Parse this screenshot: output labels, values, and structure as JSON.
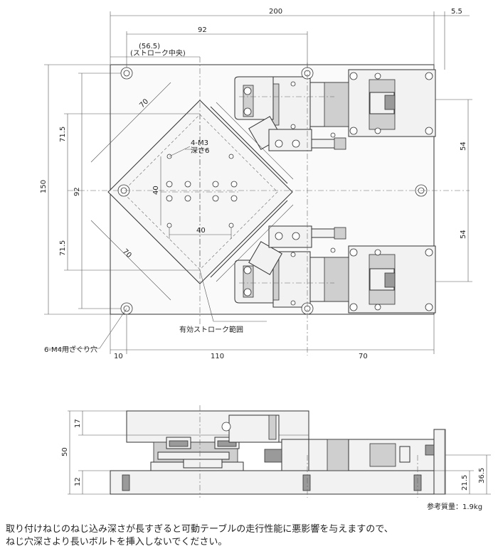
{
  "top_view": {
    "dimensions": {
      "overall_width": "200",
      "edge_offset": "5.5",
      "inner_92": "92",
      "stroke_center_value": "(56.5)",
      "stroke_center_label": "(ストローク中央)",
      "height_150": "150",
      "upper_71_5": "71.5",
      "lower_71_5": "71.5",
      "inner_92_vertical": "92",
      "table_40_vertical": "40",
      "table_40_horizontal": "40",
      "diag_70_upper": "70",
      "diag_70_lower": "70",
      "right_54_upper": "54",
      "right_54_lower": "54",
      "bottom_10": "10",
      "bottom_110": "110",
      "bottom_70": "70"
    },
    "callouts": {
      "tapped_holes_line1": "4-M3",
      "tapped_holes_line2": "深さ6",
      "effective_stroke": "有効ストローク範囲",
      "counterbore": "6-M4用ざぐり穴"
    }
  },
  "side_view": {
    "dimensions": {
      "dim_17": "17",
      "dim_50": "50",
      "dim_12": "12",
      "dim_21_5": "21.5",
      "dim_36_5": "36.5"
    }
  },
  "weight_note": "参考質量：1.9kg",
  "warning_lines": [
    "取り付けねじのねじ込み深さが長すぎると可動テーブルの走行性能に悪影響を与えますので、",
    "ねじ穴深さより長いボルトを挿入しないでください。"
  ]
}
